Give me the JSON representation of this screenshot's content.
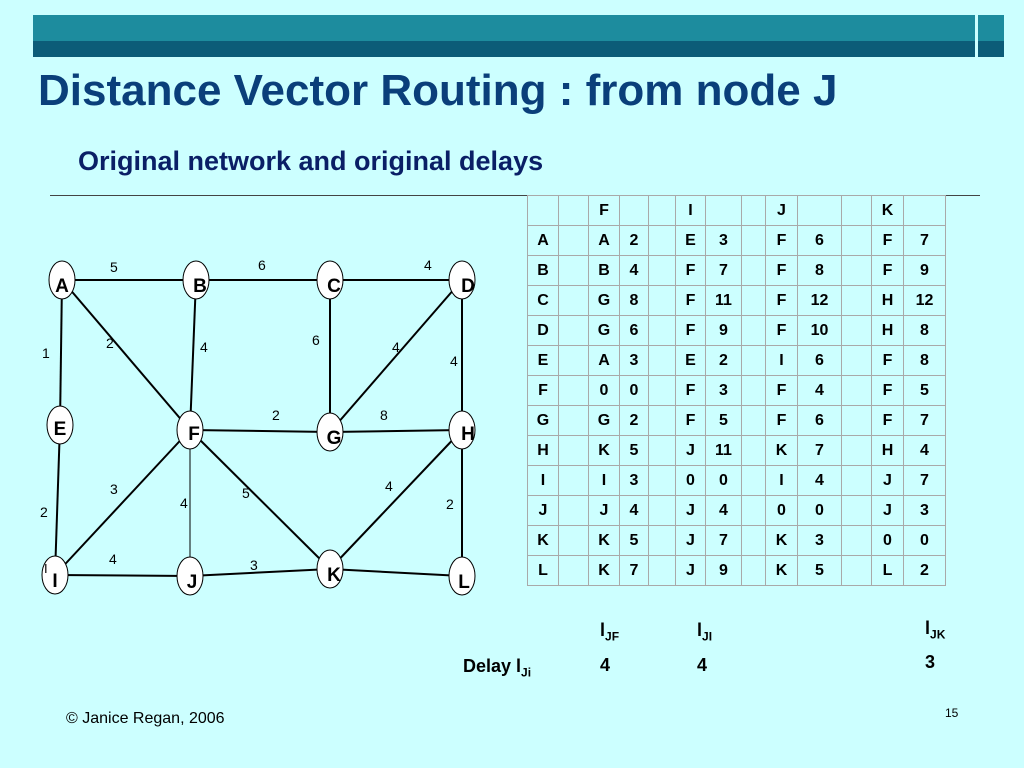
{
  "title": "Distance Vector Routing : from node J",
  "subtitle": "Original network and original delays",
  "footer": "© Janice Regan, 2006",
  "page_number": "15",
  "nodes": {
    "A": {
      "label": "A"
    },
    "B": {
      "label": "B"
    },
    "C": {
      "label": "C"
    },
    "D": {
      "label": "D"
    },
    "E": {
      "label": "E"
    },
    "F": {
      "label": "F"
    },
    "G": {
      "label": "G"
    },
    "H": {
      "label": "H"
    },
    "I": {
      "label": "I"
    },
    "J": {
      "label": "J"
    },
    "K": {
      "label": "K"
    },
    "L": {
      "label": "L"
    }
  },
  "edges": [
    {
      "from": "A",
      "to": "B",
      "w": "5"
    },
    {
      "from": "B",
      "to": "C",
      "w": "6"
    },
    {
      "from": "C",
      "to": "D",
      "w": "4"
    },
    {
      "from": "A",
      "to": "E",
      "w": "1"
    },
    {
      "from": "A",
      "to": "F",
      "w": "2"
    },
    {
      "from": "B",
      "to": "F",
      "w": "4"
    },
    {
      "from": "C",
      "to": "G",
      "w": "6"
    },
    {
      "from": "D",
      "to": "G",
      "w": "4"
    },
    {
      "from": "D",
      "to": "H",
      "w": "4"
    },
    {
      "from": "F",
      "to": "G",
      "w": "2"
    },
    {
      "from": "G",
      "to": "H",
      "w": "8"
    },
    {
      "from": "E",
      "to": "I",
      "w": "2"
    },
    {
      "from": "F",
      "to": "I",
      "w": "3"
    },
    {
      "from": "F",
      "to": "J",
      "w": "4"
    },
    {
      "from": "F",
      "to": "K",
      "w": "5"
    },
    {
      "from": "H",
      "to": "K",
      "w": "4"
    },
    {
      "from": "H",
      "to": "L",
      "w": "2"
    },
    {
      "from": "I",
      "to": "J",
      "w": "4"
    },
    {
      "from": "J",
      "to": "K",
      "w": "3"
    },
    {
      "from": "K",
      "to": "L",
      "w": ""
    }
  ],
  "small_i_mark": "I",
  "table": {
    "header": [
      "",
      "",
      "F",
      "",
      "",
      "I",
      "",
      "",
      "J",
      "",
      "",
      "K",
      ""
    ],
    "rows": [
      [
        "A",
        "A",
        "2",
        "E",
        "3",
        "F",
        "6",
        "F",
        "7"
      ],
      [
        "B",
        "B",
        "4",
        "F",
        "7",
        "F",
        "8",
        "F",
        "9"
      ],
      [
        "C",
        "G",
        "8",
        "F",
        "11",
        "F",
        "12",
        "H",
        "12"
      ],
      [
        "D",
        "G",
        "6",
        "F",
        "9",
        "F",
        "10",
        "H",
        "8"
      ],
      [
        "E",
        "A",
        "3",
        "E",
        "2",
        "I",
        "6",
        "F",
        "8"
      ],
      [
        "F",
        "0",
        "0",
        "F",
        "3",
        "F",
        "4",
        "F",
        "5"
      ],
      [
        "G",
        "G",
        "2",
        "F",
        "5",
        "F",
        "6",
        "F",
        "7"
      ],
      [
        "H",
        "K",
        "5",
        "J",
        "11",
        "K",
        "7",
        "H",
        "4"
      ],
      [
        "I",
        "I",
        "3",
        "0",
        "0",
        "I",
        "4",
        "J",
        "7"
      ],
      [
        "J",
        "J",
        "4",
        "J",
        "4",
        "0",
        "0",
        "J",
        "3"
      ],
      [
        "K",
        "K",
        "5",
        "J",
        "7",
        "K",
        "3",
        "0",
        "0"
      ],
      [
        "L",
        "K",
        "7",
        "J",
        "9",
        "K",
        "5",
        "L",
        "2"
      ]
    ]
  },
  "delays": {
    "label_main": "Delay l",
    "label_sub": "Ji",
    "items": [
      {
        "main": "l",
        "sub": "JF",
        "value": "4"
      },
      {
        "main": "l",
        "sub": "JI",
        "value": "4"
      },
      {
        "main": "l",
        "sub": "JK",
        "value": "3"
      }
    ]
  }
}
